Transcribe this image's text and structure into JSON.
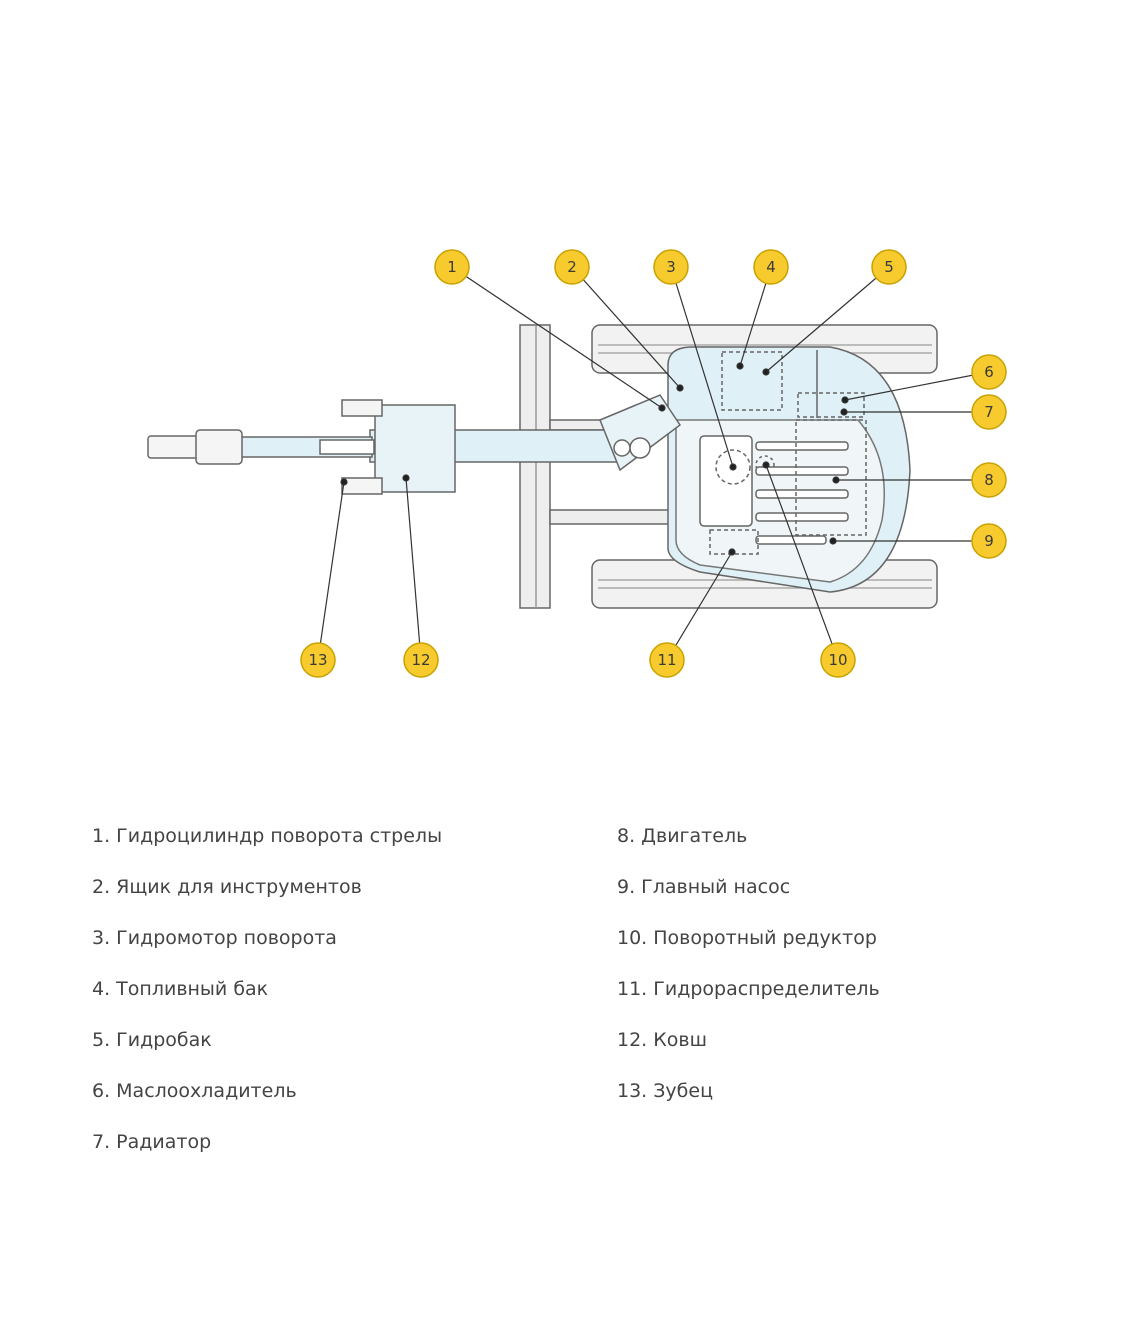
{
  "colors": {
    "callout_fill": "#F7CB2E",
    "callout_stroke": "#C9A200",
    "body_fill": "#DFF0F6",
    "track_fill": "#F2F2F2",
    "outline": "#666666",
    "leader": "#333333"
  },
  "callouts": [
    {
      "number": "1"
    },
    {
      "number": "2"
    },
    {
      "number": "3"
    },
    {
      "number": "4"
    },
    {
      "number": "5"
    },
    {
      "number": "6"
    },
    {
      "number": "7"
    },
    {
      "number": "8"
    },
    {
      "number": "9"
    },
    {
      "number": "10"
    },
    {
      "number": "11"
    },
    {
      "number": "12"
    },
    {
      "number": "13"
    }
  ],
  "legend": {
    "items": [
      "1. Гидроцилиндр поворота стрелы",
      "2. Ящик для инструментов",
      "3. Гидромотор поворота",
      "4. Топливный бак",
      "5. Гидробак",
      "6. Маслоохладитель",
      "7. Радиатор",
      "8. Двигатель",
      "9. Главный насос",
      "10. Поворотный редуктор",
      "11. Гидрораспределитель",
      "12. Ковш",
      "13. Зубец"
    ]
  }
}
